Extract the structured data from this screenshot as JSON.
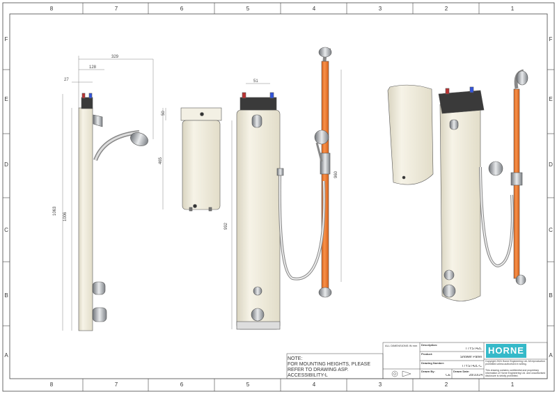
{
  "sheet": {
    "columns": [
      "8",
      "7",
      "6",
      "5",
      "4",
      "3",
      "2",
      "1"
    ],
    "rows": [
      "F",
      "E",
      "D",
      "C",
      "B",
      "A"
    ]
  },
  "dimensions": {
    "d329": "329",
    "d128": "128",
    "d27": "27",
    "d51": "51",
    "d50": "50",
    "d465": "465",
    "d1063": "1063",
    "d1006": "1006",
    "d992": "992",
    "d960": "960"
  },
  "note": {
    "heading": "NOTE:",
    "line1": "FOR MOUNTING HEIGHTS, PLEASE",
    "line2": "REFER TO DRAWING ASP. ACCESSIBILITY-L"
  },
  "title_block": {
    "unless_label": "ALL DIMENSIONS IN mm",
    "description_label": "Description:",
    "description_value": "T7YST42L",
    "product_label": "Product:",
    "product_value": "Shower Panel",
    "drawing_number_label": "Drawing Number:",
    "drawing_number_value": "T7YST42L-C",
    "drawn_by_label": "Drawn By:",
    "drawn_by_value": "CE",
    "drawn_date_label": "Drawn Date:",
    "drawn_date_value": "28/10/24",
    "brand": "HORNE",
    "copyright": "Copyright 2024 Horne Engineering Ltd. All reproduction prohibited unless authorised in writing.",
    "confidential": "This drawing contains confidential and proprietary information of Horne Engineering Ltd. and unauthorised disclosure is strictly prohibited."
  },
  "colors": {
    "rail": "#f07c2a",
    "brand": "#35b9c9",
    "panel": "#f3f0e2"
  }
}
